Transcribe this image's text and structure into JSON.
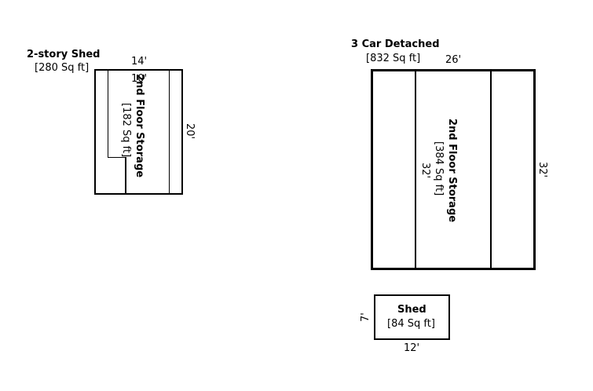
{
  "two_story_shed": {
    "title": "2-story Shed",
    "area": "[280 Sq ft]",
    "width": "14'",
    "depth": "20'",
    "floor2": {
      "title": "2nd Floor Storage",
      "area": "[182 Sq ft]",
      "width": "10'"
    }
  },
  "garage": {
    "title": "3 Car Detached",
    "area": "[832 Sq ft]",
    "width": "26'",
    "depth": "32'",
    "floor2": {
      "title": "2nd Floor Storage",
      "area": "[384 Sq ft]",
      "depth": "32'"
    }
  },
  "shed": {
    "title": "Shed",
    "area": "[84 Sq ft]",
    "width": "12'",
    "depth": "7'"
  }
}
